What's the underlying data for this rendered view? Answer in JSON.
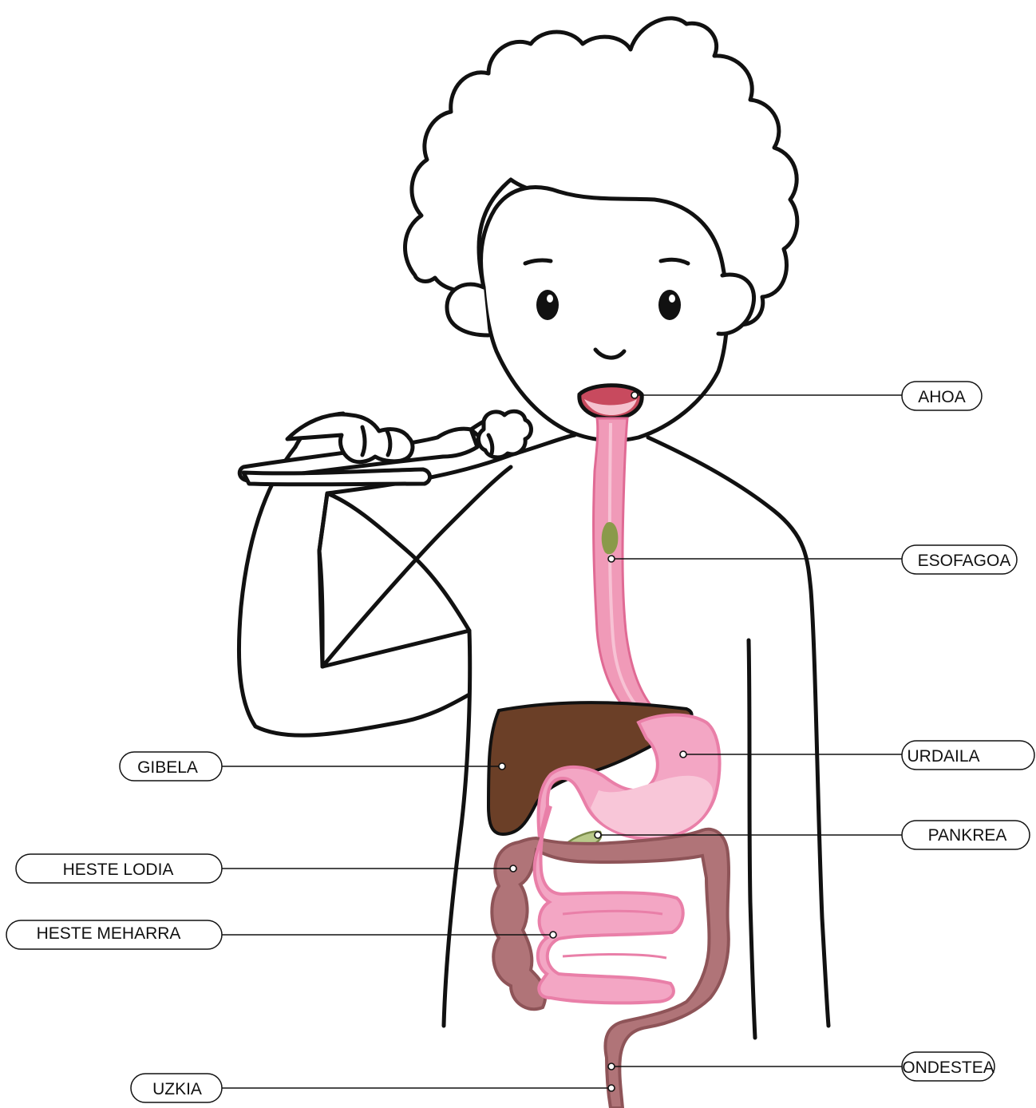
{
  "labels": {
    "mouth": "AHOA",
    "esophagus": "ESOFAGOA",
    "stomach": "URDAILA",
    "pancreas": "PANKREA",
    "rectum": "ONDESTEA",
    "liver": "GIBELA",
    "large_intestine": "HESTE LODIA",
    "small_intestine": "HESTE MEHARRA",
    "anus": "UZKIA"
  },
  "colors": {
    "outline": "#111111",
    "esophagus": "#f09ab8",
    "stomach_fill": "#f3a6c4",
    "stomach_inner": "#f8c6d8",
    "liver": "#6b3f27",
    "large_intestine": "#b07478",
    "small_intestine": "#f3a6c4",
    "pancreas": "#b9c98a",
    "food_bolus": "#8a9a4a",
    "mouth_inside": "#c84a5e"
  }
}
